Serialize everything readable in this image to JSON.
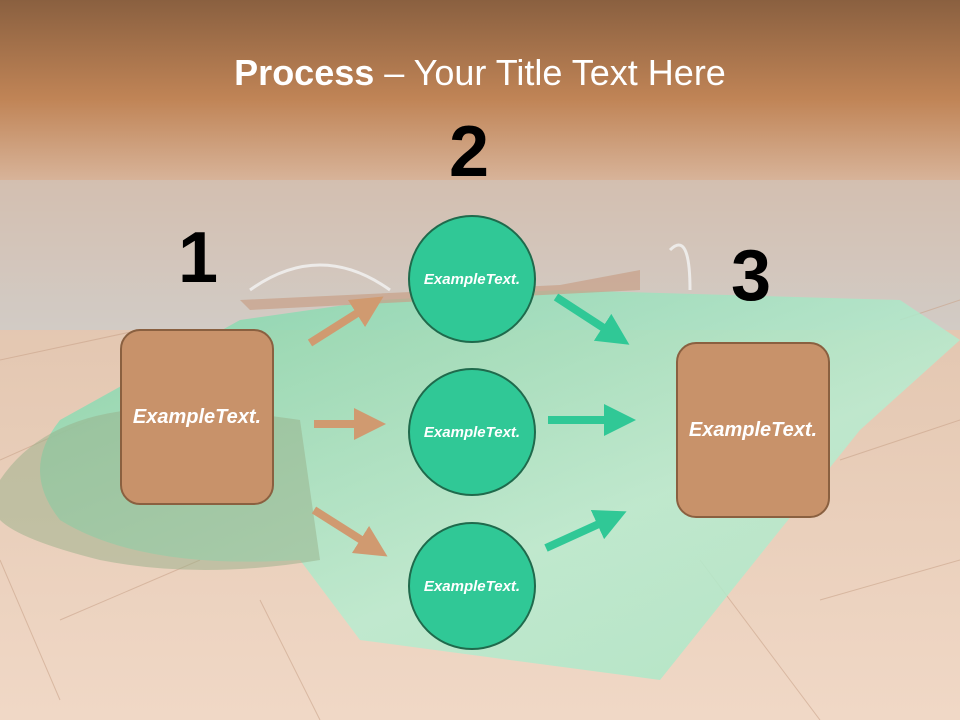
{
  "slide": {
    "title_bold": "Process",
    "title_rest": " – Your Title Text Here"
  },
  "steps": {
    "step1": "1",
    "step2": "2",
    "step3": "3"
  },
  "left_box": "Example Text.",
  "right_box": "Example Text.",
  "circles": [
    "Example Text.",
    "Example Text.",
    "Example Text."
  ],
  "colors": {
    "box_fill": "#c8926a",
    "circle_fill": "#30c896",
    "arrow_orange": "#d09a70",
    "arrow_green": "#30c896"
  }
}
